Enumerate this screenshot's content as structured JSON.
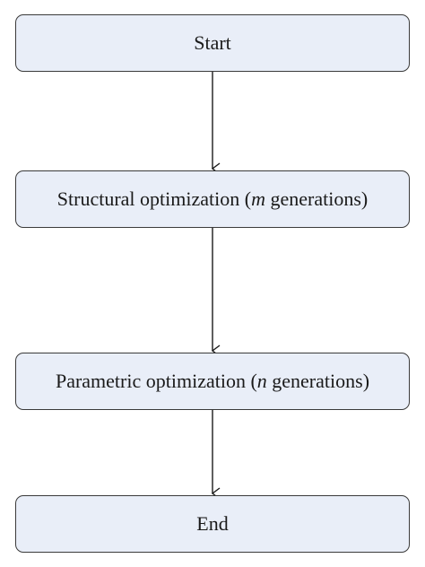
{
  "nodes": {
    "start": {
      "label": "Start"
    },
    "structural": {
      "prefix": "Structural optimization (",
      "variable": "m",
      "suffix": " generations)"
    },
    "parametric": {
      "prefix": "Parametric optimization (",
      "variable": "n",
      "suffix": " generations)"
    },
    "end": {
      "label": "End"
    }
  },
  "colors": {
    "box_fill": "#e9eef8",
    "box_border": "#3a3a3a",
    "arrow": "#1a1a1a",
    "text": "#1a1a1a"
  }
}
